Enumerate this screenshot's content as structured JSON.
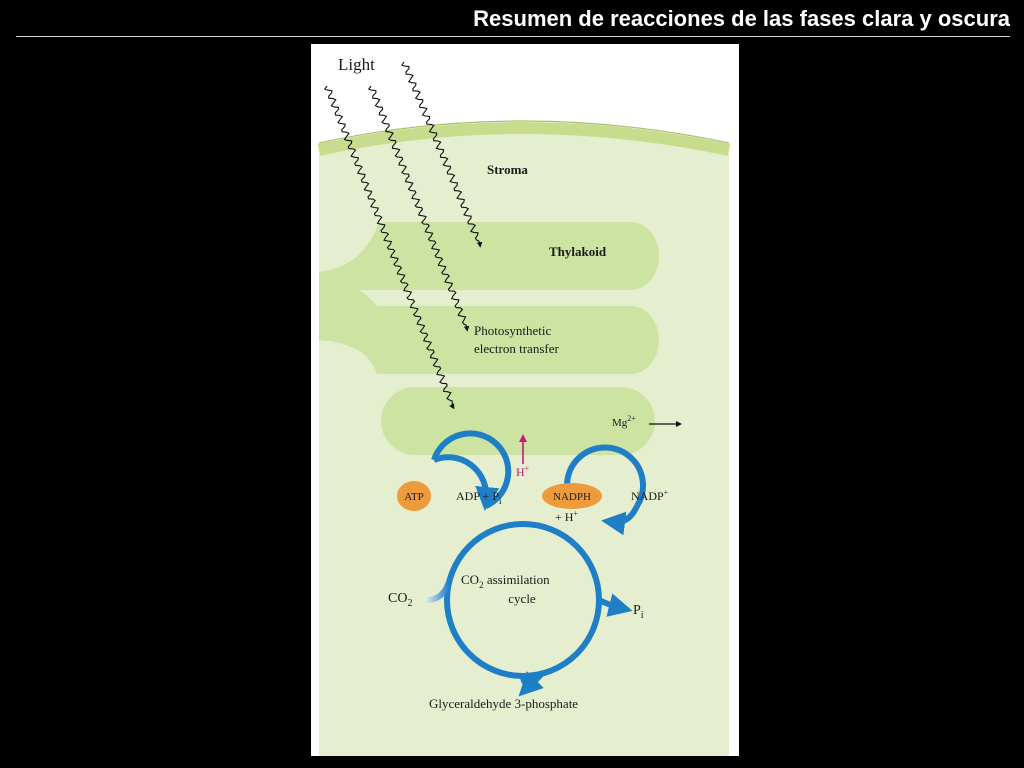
{
  "slide": {
    "title": "Resumen de reacciones de las fases clara y oscura"
  },
  "diagram": {
    "light": "Light",
    "stroma": "Stroma",
    "thylakoid": "Thylakoid",
    "transfer_line1": "Photosynthetic",
    "transfer_line2": "electron transfer",
    "mg_base": "Mg",
    "mg_sup": "2+",
    "h_base": "H",
    "h_sup": "+",
    "atp": "ATP",
    "adp_base": "ADP + P",
    "adp_sub": "i",
    "nadph": "NADPH",
    "nadph_h": "+ H",
    "nadph_h_sup": "+",
    "nadp_base": "NADP",
    "nadp_sup": "+",
    "co2_base": "CO",
    "co2_sub": "2",
    "cycle_a": "CO",
    "cycle_sub": "2",
    "cycle_b": " assimilation",
    "cycle_line2": "cycle",
    "pi_base": "P",
    "pi_sub": "i",
    "product": "Glyceraldehyde 3-phosphate"
  },
  "colors": {
    "background": "#000000",
    "stroma_fill": "#e5efcf",
    "membrane": "#c8dc8e",
    "thylakoid": "#cde3a1",
    "arrow_blue": "#1f7fc6",
    "orange": "#ee9c3b",
    "magenta": "#c8187c"
  }
}
